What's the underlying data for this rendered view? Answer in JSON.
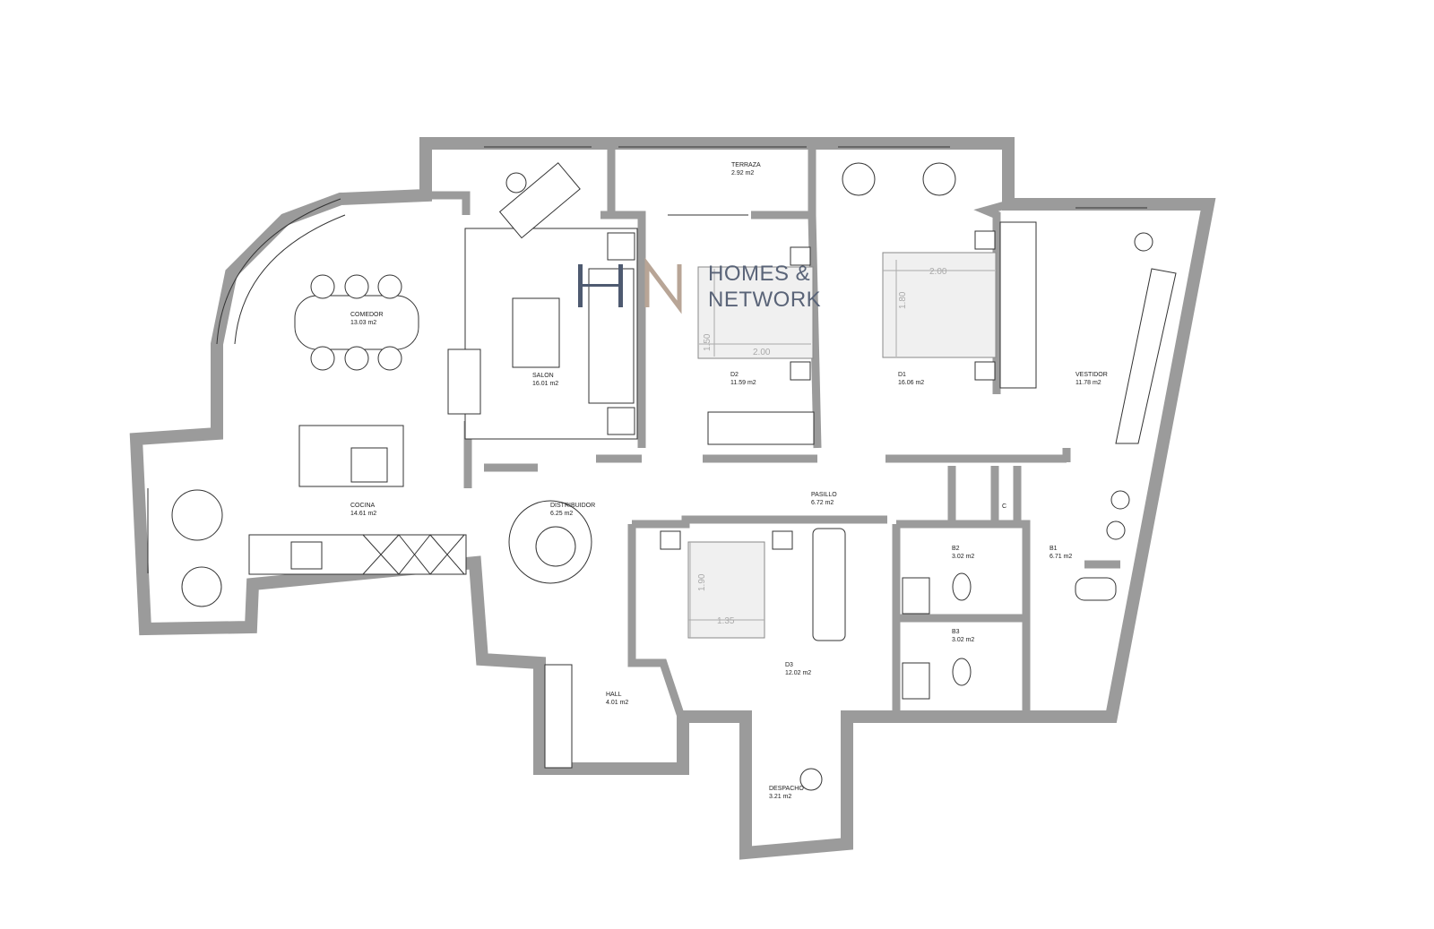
{
  "logo": {
    "mark": "HN",
    "line1": "HOMES &",
    "line2": "NETWORK",
    "colors": {
      "h": "#4e5a70",
      "n": "#b8a596"
    }
  },
  "rooms": [
    {
      "name": "TERRAZA",
      "area": "2.92 m2"
    },
    {
      "name": "COMEDOR",
      "area": "13.03 m2"
    },
    {
      "name": "SALON",
      "area": "16.01 m2"
    },
    {
      "name": "D2",
      "area": "11.59 m2"
    },
    {
      "name": "D1",
      "area": "16.06 m2"
    },
    {
      "name": "VESTIDOR",
      "area": "11.78 m2"
    },
    {
      "name": "COCINA",
      "area": "14.61 m2"
    },
    {
      "name": "DISTRIBUIDOR",
      "area": "6.25 m2"
    },
    {
      "name": "PASILLO",
      "area": "6.72 m2"
    },
    {
      "name": "B2",
      "area": "3.02 m2"
    },
    {
      "name": "B1",
      "area": "6.71 m2"
    },
    {
      "name": "B3",
      "area": "3.02 m2"
    },
    {
      "name": "D3",
      "area": "12.02 m2"
    },
    {
      "name": "HALL",
      "area": "4.01 m2"
    },
    {
      "name": "DESPACHO",
      "area": "3.21 m2"
    }
  ],
  "closet_label": "C",
  "dimensions": {
    "d2_width": "2.00",
    "d2_length": "1.50",
    "d1_width": "2.00",
    "d1_length": "1.80",
    "d3_length": "1.90",
    "d3_width": "1.35"
  },
  "colors": {
    "wall": "#9b9b9b",
    "line": "#333333"
  }
}
